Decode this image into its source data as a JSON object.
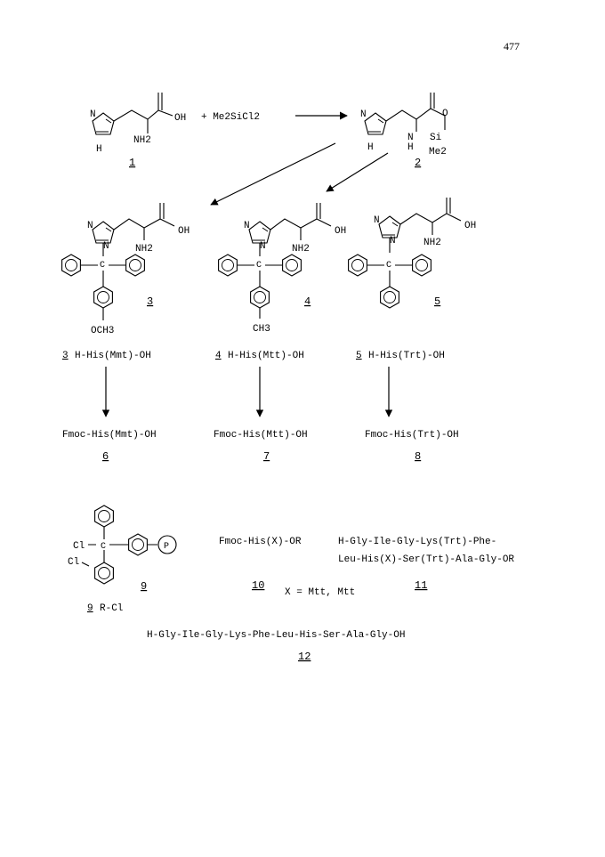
{
  "page_number": "477",
  "scheme": {
    "reagents": {
      "oh": "OH",
      "plus_reagent": "+ Me2SiCl2",
      "nh2": "NH2",
      "n": "N",
      "h": "H",
      "si": "Si",
      "me2": "Me2",
      "o": "O",
      "c": "C",
      "och3": "OCH3",
      "ch3": "CH3",
      "cl": "Cl",
      "resin": "P"
    },
    "compounds": [
      {
        "number": "1"
      },
      {
        "number": "2"
      },
      {
        "number": "3",
        "name": "H-His(Mmt)-OH"
      },
      {
        "number": "4",
        "name": "H-His(Mtt)-OH"
      },
      {
        "number": "5",
        "name": "H-His(Trt)-OH"
      },
      {
        "number": "6",
        "name": "Fmoc-His(Mmt)-OH"
      },
      {
        "number": "7",
        "name": "Fmoc-His(Mtt)-OH"
      },
      {
        "number": "8",
        "name": "Fmoc-His(Trt)-OH"
      },
      {
        "number": "9",
        "name": "R-Cl"
      },
      {
        "number": "10",
        "name": "Fmoc-His(X)-OR"
      },
      {
        "number": "11",
        "name_line1": "H-Gly-Ile-Gly-Lys(Trt)-Phe-",
        "name_line2": "Leu-His(X)-Ser(Trt)-Ala-Gly-OR"
      },
      {
        "number": "12",
        "name": "H-Gly-Ile-Gly-Lys-Phe-Leu-His-Ser-Ala-Gly-OH"
      }
    ],
    "x_definition": "X = Mtt, Mtt"
  }
}
